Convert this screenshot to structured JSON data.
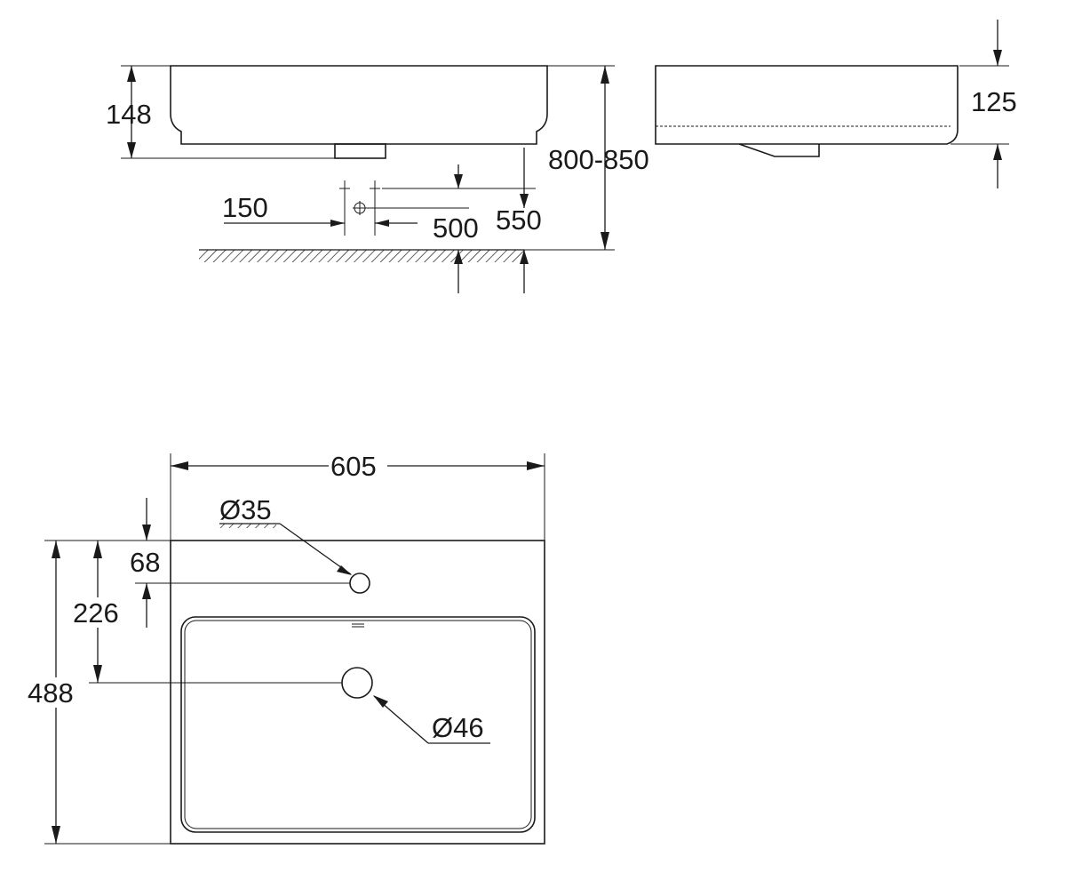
{
  "front_view": {
    "dim_depth": "148",
    "dim_mount_height": "800-850",
    "dim_tap_spacing": "150",
    "dim_trap_height": "500",
    "dim_supply_height": "550"
  },
  "side_view": {
    "dim_height": "125"
  },
  "top_view": {
    "dim_width": "605",
    "dim_length": "488",
    "dim_drain_offset": "226",
    "dim_taphole_offset": "68",
    "taphole_diameter": "Ø35",
    "drain_diameter": "Ø46"
  }
}
